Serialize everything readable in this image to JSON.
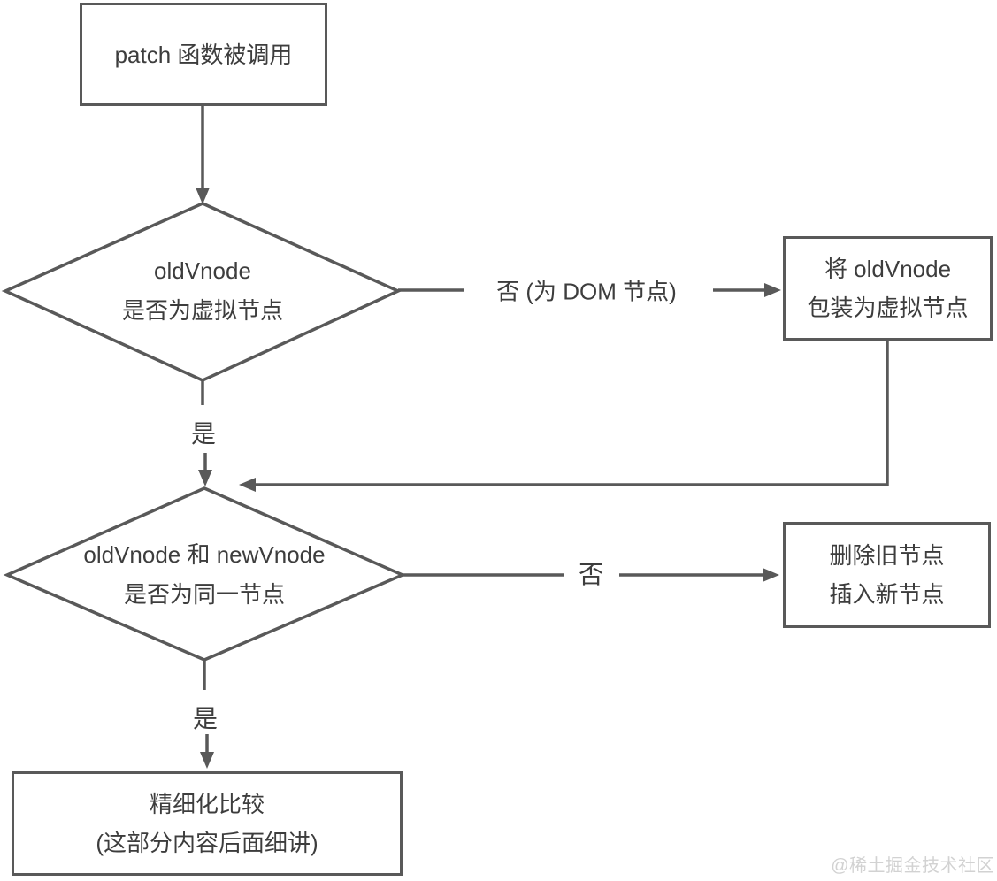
{
  "diagram": {
    "nodes": {
      "start": {
        "text": "patch 函数被调用"
      },
      "decision_is_vnode": {
        "line1": "oldVnode",
        "line2": "是否为虚拟节点"
      },
      "wrap": {
        "line1": "将 oldVnode",
        "line2": "包装为虚拟节点"
      },
      "decision_same_node": {
        "line1": "oldVnode 和 newVnode",
        "line2": "是否为同一节点"
      },
      "replace": {
        "line1": "删除旧节点",
        "line2": "插入新节点"
      },
      "detail": {
        "line1": "精细化比较",
        "line2": "(这部分内容后面细讲)"
      }
    },
    "edge_labels": {
      "no_dom": "否 (为 DOM 节点)",
      "yes1": "是",
      "no2": "否",
      "yes2": "是"
    },
    "colors": {
      "stroke": "#595959",
      "text": "#3d3d3d",
      "watermark": "#d2d2d2",
      "background": "#ffffff"
    },
    "watermark": "@稀土掘金技术社区"
  }
}
